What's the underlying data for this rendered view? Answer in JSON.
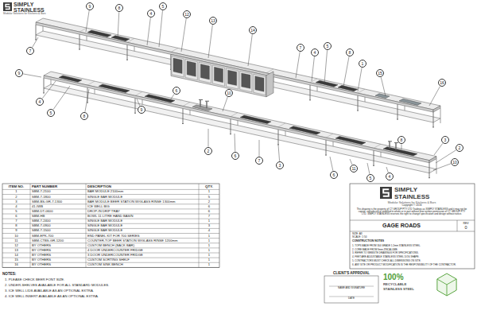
{
  "diagram": {
    "nodes": [
      {
        "text": [
          "9"
        ]
      },
      {
        "text": [
          "8"
        ]
      },
      {
        "text": [
          "4"
        ]
      },
      {
        "text": [
          "5"
        ]
      },
      {
        "text": [
          "12"
        ]
      },
      {
        "text": [
          "13"
        ]
      },
      {
        "text": [
          "14"
        ]
      },
      {
        "text": [
          "7"
        ]
      },
      {
        "text": [
          "4"
        ]
      },
      {
        "text": [
          "5"
        ]
      },
      {
        "text": [
          "8"
        ]
      },
      {
        "text": [
          "1"
        ]
      },
      {
        "text": [
          "15"
        ]
      },
      {
        "text": [
          "16"
        ]
      },
      {
        "text": [
          "7"
        ]
      },
      {
        "text": [
          "9"
        ]
      },
      {
        "text": [
          "4"
        ]
      },
      {
        "text": [
          "5"
        ]
      },
      {
        "text": [
          "8"
        ]
      },
      {
        "text": [
          "9"
        ]
      },
      {
        "text": [
          "6"
        ]
      },
      {
        "text": [
          "10"
        ]
      },
      {
        "text": [
          "2"
        ]
      },
      {
        "text": [
          "6"
        ]
      },
      {
        "text": [
          "7"
        ]
      },
      {
        "text": [
          "3"
        ]
      },
      {
        "text": [
          "11"
        ]
      },
      {
        "text": [
          "6"
        ]
      },
      {
        "text": [
          "5"
        ]
      },
      {
        "text": [
          "4"
        ]
      },
      {
        "text": [
          "8"
        ]
      },
      {
        "text": [
          "3"
        ]
      },
      {
        "text": [
          "2"
        ]
      },
      {
        "text": [
          "10"
        ]
      }
    ],
    "labels": [
      "SIMPLY",
      "STAINLESS",
      "Modular Solutions for Kitchens & Bars",
      "ITEM NO.",
      "PART NUMBER",
      "DESCRIPTION",
      "QTY.",
      "1",
      "SBM-7-2100",
      "BAR MODULE 2100mm",
      "1",
      "2",
      "SBM-7-1800",
      "SINGLE BAR MODULE",
      "5",
      "3",
      "SBM-BS-GR-7-1300",
      "BAR MODULE BEER STATION W/GLASS RINSE 1300mm",
      "2",
      "4",
      "41-IWB",
      "ICE WELL BIG",
      "6",
      "5",
      "SBM-DT-0600",
      "DROP-IN DRIP TRAY",
      "6",
      "6",
      "SBM-HB",
      "BOWL 11 LITRE HAND BASIN",
      "7",
      "7",
      "SBM-7-2400",
      "SINGLE BAR MODULE",
      "1",
      "8",
      "SBM-7-0900",
      "SINGLE BAR MODULE",
      "3",
      "9",
      "SBM-7-1500",
      "SINGLE BAR MODULE",
      "4",
      "10",
      "SBM-EPK-700",
      "END PANEL KIT FOR 700 SERIES",
      "1",
      "11",
      "SBM-CTBS-GR-1200",
      "COUNTER-TOP BEER STATION W/GLASS RINSE 1200mm",
      "1",
      "12",
      "BY OTHERS",
      "CUSTOM BENCH (BACK BAR)",
      "1",
      "13",
      "BY OTHERS",
      "4 DOOR UNDERCOUNTER FRIDGE",
      "1",
      "14",
      "BY OTHERS",
      "3 DOOR UNDERCOUNTER FRIDGE",
      "1",
      "15",
      "BY OTHERS",
      "CUSTOM SORTING SHELF",
      "1",
      "16",
      "BY OTHERS",
      "CUSTOM SINK BENCH",
      "1",
      "NOTES:",
      "1. PLEASE CHECK BEER FONT SIZE.",
      "2. UNDER-SHELVES AVAILABLE FOR ALL STANDARD MODULES.",
      "3. ICE WELL LIDS AVAILABLE AS AN OPTIONAL EXTRA.",
      "4. ICE WELL INSERT AVAILABLE AS AN OPTIONAL EXTRA.",
      "SIMPLY",
      "STAINLESS",
      "Modular Solutions for Kitchens & Bars",
      "Copyright © 2016",
      "This drawing is the property of CT GROUP PTY LTD Tradings as SIMPLY STAINLESS and it may not be copied, reproduced or modified in whole or in part without prior written permission of CT GROUP PTY LTD. SIMPLY STAINLESS reserves the right to change specification and design without notice.",
      "GAGE ROADS",
      "REV",
      "0",
      "SIZE: A3",
      "SCALE: 1:50",
      "CONSTRUCTION NOTES",
      "1. TOPS MADE FROM 304 GRADE 1.2mm STAINLESS STEEL.",
      "2. CORE MADE FROM 9mm ZINCALUME.",
      "3. REFER TO WEBSITE DRAWINGS FOR SPECIFICATIONS.",
      "4. FEET ARE ADJUSTABLE STAINLESS STEEL DOG SHAPE.",
      "5. CONTRACTORS MUST CHECK ALL DIMENSIONS ON SITE.",
      "6. ANY SITE OR PRODUCT MODIFICATION IS THE RESPONSIBILITY OF THE CONTRACTOR.",
      "CLIENT'S APPROVAL",
      "NAME AND SIGNATURE",
      "DATE",
      "100%",
      "RECYCLABLE",
      "STAINLESS STEEL"
    ]
  }
}
